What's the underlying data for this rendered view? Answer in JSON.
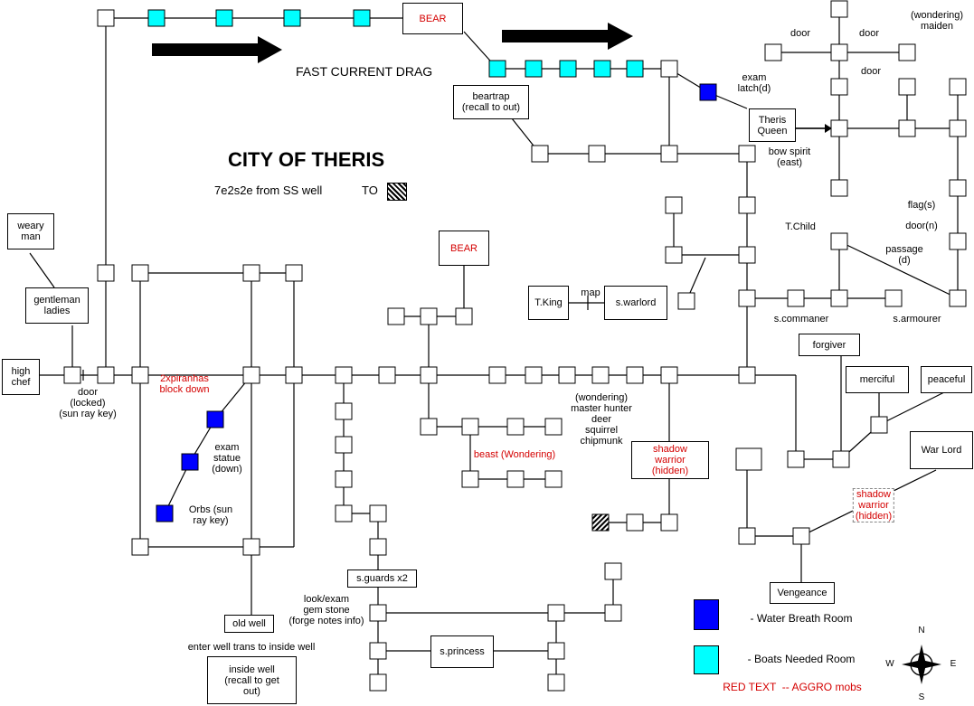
{
  "title": "CITY OF THERIS",
  "subtitle": "7e2s2e from SS well",
  "subtitle_to": "TO",
  "fast_current": "FAST CURRENT DRAG",
  "labels": {
    "bear_top": "BEAR",
    "bear_mid": "BEAR",
    "beartrap": "beartrap\n(recall to out)",
    "exam_latch": "exam\nlatch(d)",
    "theris_queen": "Theris\nQueen",
    "bow_spirit": "bow spirit\n(east)",
    "door1": "door",
    "door2": "door",
    "door3": "door",
    "wondering_maiden": "(wondering)\nmaiden",
    "flags": "flag(s)",
    "door_n": "door(n)",
    "passage": "passage\n(d)",
    "t_child": "T.Child",
    "s_commaner": "s.commaner",
    "s_armourer": "s.armourer",
    "weary_man": "weary\nman",
    "gentleman": "gentleman\nladies",
    "high_chef": "high\nchef",
    "door_locked": "door\n(locked)\n(sun ray key)",
    "piranhas": "2xpiranhas\nblock down",
    "exam_statue": "exam\nstatue\n(down)",
    "orbs": "Orbs (sun\nray key)",
    "t_king": "T.King",
    "map": "map",
    "s_warlord": "s.warlord",
    "hunter": "(wondering)\nmaster hunter\ndeer\nsquirrel\nchipmunk",
    "beast": "beast (Wondering)",
    "shadow1": "shadow\nwarrior\n(hidden)",
    "shadow2": "shadow\nwarrior\n(hidden)",
    "forgiver": "forgiver",
    "merciful": "merciful",
    "peaceful": "peaceful",
    "war_lord": "War Lord",
    "vengeance": "Vengeance",
    "s_guards": "s.guards x2",
    "look_exam": "look/exam\ngem stone\n(forge notes info)",
    "s_princess": "s.princess",
    "old_well": "old well",
    "enter_well": "enter well trans to inside well",
    "inside_well": "inside well\n(recall to get\nout)"
  },
  "legend": {
    "water": "- Water Breath Room",
    "boats": "- Boats Needed Room",
    "red_text": "RED TEXT  -- AGGRO mobs",
    "water_color": "#0000ff",
    "boats_color": "#00ffff",
    "aggro_color": "#d40000"
  },
  "compass": {
    "n": "N",
    "s": "S",
    "e": "E",
    "w": "W"
  }
}
